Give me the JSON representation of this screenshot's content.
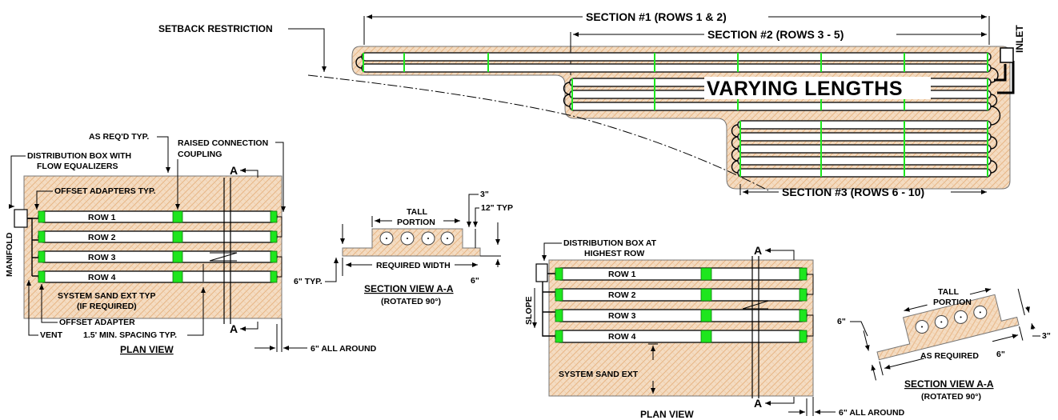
{
  "colors": {
    "sand": "#f4dcc2",
    "sand_hatch": "#e8b585",
    "coupling_green": "#1ee61e",
    "line": "#000000"
  },
  "top_layout": {
    "section1": "SECTION #1 (ROWS 1 & 2)",
    "section2": "SECTION #2 (ROWS 3 - 5)",
    "section3": "SECTION #3 (ROWS 6 - 10)",
    "setback": "SETBACK RESTRICTION",
    "varying": "VARYING LENGTHS",
    "inlet": "INLET"
  },
  "plan_view_left": {
    "as_reqd": "AS REQ'D TYP.",
    "raised_connection": "RAISED CONNECTION",
    "coupling": "COUPLING",
    "dbox_line1": "DISTRIBUTION BOX WITH",
    "dbox_line2": "FLOW EQUALIZERS",
    "offset_adapters": "OFFSET ADAPTERS TYP.",
    "rows": [
      "ROW 1",
      "ROW 2",
      "ROW 3",
      "ROW 4"
    ],
    "manifold": "MANIFOLD",
    "sand_ext_line1": "SYSTEM SAND EXT TYP",
    "sand_ext_line2": "(IF REQUIRED)",
    "offset_adapter": "OFFSET ADAPTER",
    "vent": "VENT",
    "spacing": "1.5' MIN. SPACING TYP.",
    "section_mark": "A",
    "all_around": "6\" ALL AROUND",
    "title": "PLAN VIEW"
  },
  "section_view_1": {
    "tall_line1": "TALL",
    "tall_line2": "PORTION",
    "dim_3": "3\"",
    "dim_12": "12\" TYP",
    "required_width": "REQUIRED WIDTH",
    "dim_6_typ": "6\" TYP.",
    "dim_6": "6\"",
    "title": "SECTION VIEW A-A",
    "subtitle": "(ROTATED 90°)"
  },
  "plan_view_right": {
    "dbox_line1": "DISTRIBUTION BOX AT",
    "dbox_line2": "HIGHEST ROW",
    "slope": "SLOPE",
    "rows": [
      "ROW 1",
      "ROW 2",
      "ROW 3",
      "ROW 4"
    ],
    "sand_ext": "SYSTEM SAND EXT",
    "section_mark": "A",
    "all_around": "6\" ALL AROUND",
    "title": "PLAN VIEW"
  },
  "section_view_2": {
    "tall_line1": "TALL",
    "tall_line2": "PORTION",
    "dim_6_left": "6\"",
    "dim_3": "3\"",
    "as_required": "AS REQUIRED",
    "dim_6_bottom": "6\"",
    "title": "SECTION VIEW A-A",
    "subtitle": "(ROTATED 90°)"
  }
}
